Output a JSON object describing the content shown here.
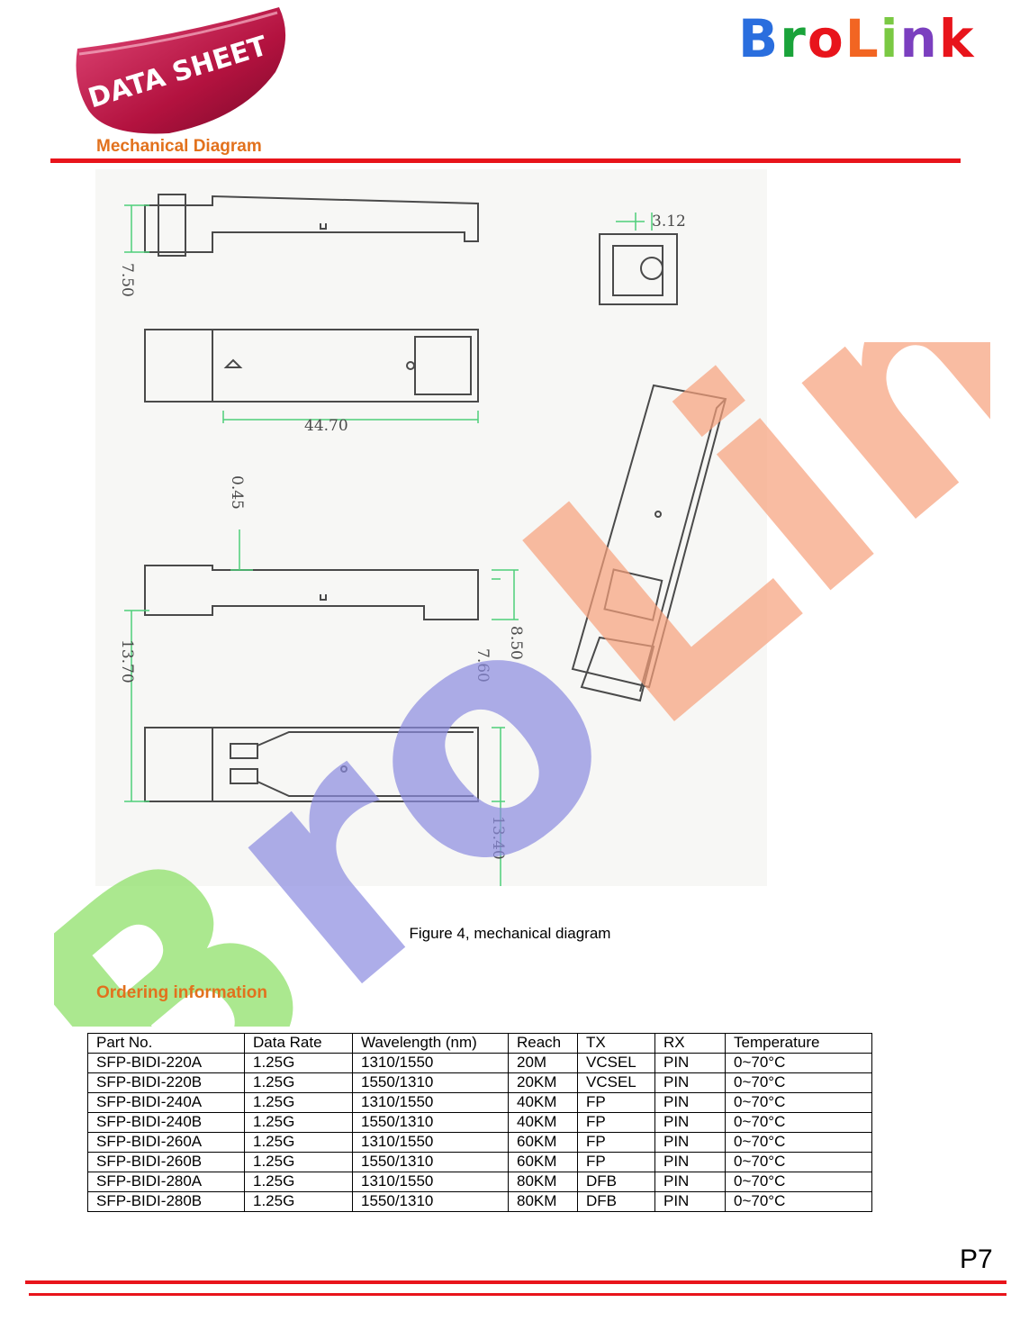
{
  "header": {
    "badge_text": "DATA SHEET",
    "brand": {
      "letters": [
        "B",
        "r",
        "o",
        "L",
        "i",
        "n",
        "k"
      ],
      "colors": [
        "#2a6ede",
        "#1aa33a",
        "#e8141b",
        "#f26522",
        "#7ac943",
        "#7b3fbf",
        "#e8141b"
      ]
    }
  },
  "sections": {
    "mechanical_heading": "Mechanical Diagram",
    "ordering_heading": "Ordering information"
  },
  "diagram": {
    "dimensions": {
      "d1": "3.12",
      "d2": "7.50",
      "d3": "44.70",
      "d4": "0.45",
      "d5": "8.50",
      "d6": "7.60",
      "d7": "13.70",
      "d8": "13.40"
    }
  },
  "figure_caption": "Figure 4, mechanical diagram",
  "ordering_table": {
    "headers": [
      "Part No.",
      "Data Rate",
      "Wavelength (nm)",
      "Reach",
      "TX",
      "RX",
      "Temperature"
    ],
    "rows": [
      [
        "SFP-BIDI-220A",
        "1.25G",
        "1310/1550",
        "20M",
        "VCSEL",
        "PIN",
        "0~70°C"
      ],
      [
        "SFP-BIDI-220B",
        "1.25G",
        "1550/1310",
        "20KM",
        "VCSEL",
        "PIN",
        "0~70°C"
      ],
      [
        "SFP-BIDI-240A",
        "1.25G",
        "1310/1550",
        "40KM",
        "FP",
        "PIN",
        "0~70°C"
      ],
      [
        "SFP-BIDI-240B",
        "1.25G",
        "1550/1310",
        "40KM",
        "FP",
        "PIN",
        "0~70°C"
      ],
      [
        "SFP-BIDI-260A",
        "1.25G",
        "1310/1550",
        "60KM",
        "FP",
        "PIN",
        "0~70°C"
      ],
      [
        "SFP-BIDI-260B",
        "1.25G",
        "1550/1310",
        "60KM",
        "FP",
        "PIN",
        "0~70°C"
      ],
      [
        "SFP-BIDI-280A",
        "1.25G",
        "1310/1550",
        "80KM",
        "DFB",
        "PIN",
        "0~70°C"
      ],
      [
        "SFP-BIDI-280B",
        "1.25G",
        "1550/1310",
        "80KM",
        "DFB",
        "PIN",
        "0~70°C"
      ]
    ]
  },
  "footer": {
    "page_number": "P7"
  }
}
